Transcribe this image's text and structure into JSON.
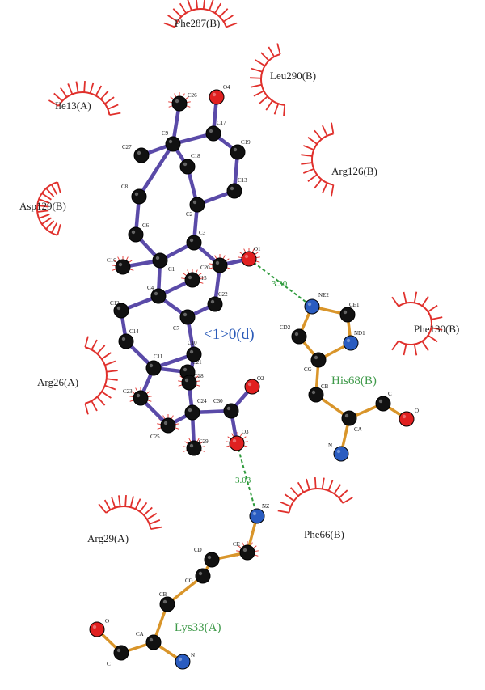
{
  "ligand": {
    "label": "<1>0(d)"
  },
  "colors": {
    "ligand_bond": "#5a4aa8",
    "residue_bond": "#d9952a",
    "carbon": "#111111",
    "oxygen": "#e02020",
    "nitrogen": "#2a5cc0",
    "hbond": "#2e9a3c",
    "hydrophobic": "#e0302c"
  },
  "hbond_distances": [
    "3.30",
    "3.03"
  ],
  "bonded_residues": [
    "His68(B)",
    "Lys33(A)"
  ],
  "hydrophobic_residues": [
    "Phe287(B)",
    "Leu290(B)",
    "Ile13(A)",
    "Arg126(B)",
    "Asp129(B)",
    "Phe130(B)",
    "Arg26(A)",
    "Arg29(A)",
    "Phe66(B)"
  ],
  "atom_labels": {
    "ligand": [
      "C26",
      "O4",
      "C9",
      "C17",
      "C19",
      "C27",
      "C18",
      "C13",
      "C8",
      "C2",
      "C6",
      "C3",
      "O1",
      "C16",
      "C1",
      "C20",
      "C15",
      "C22",
      "C4",
      "C12",
      "C7",
      "C14",
      "C10",
      "C11",
      "C21",
      "C28",
      "O2",
      "C23",
      "C24",
      "C30",
      "C25",
      "C29",
      "O3"
    ],
    "his": [
      "NE2",
      "CE1",
      "CD2",
      "ND1",
      "CG",
      "CB",
      "C",
      "O",
      "CA",
      "N"
    ],
    "lys": [
      "NZ",
      "CE",
      "CD",
      "CG",
      "CB",
      "O",
      "CA",
      "C",
      "N"
    ]
  }
}
